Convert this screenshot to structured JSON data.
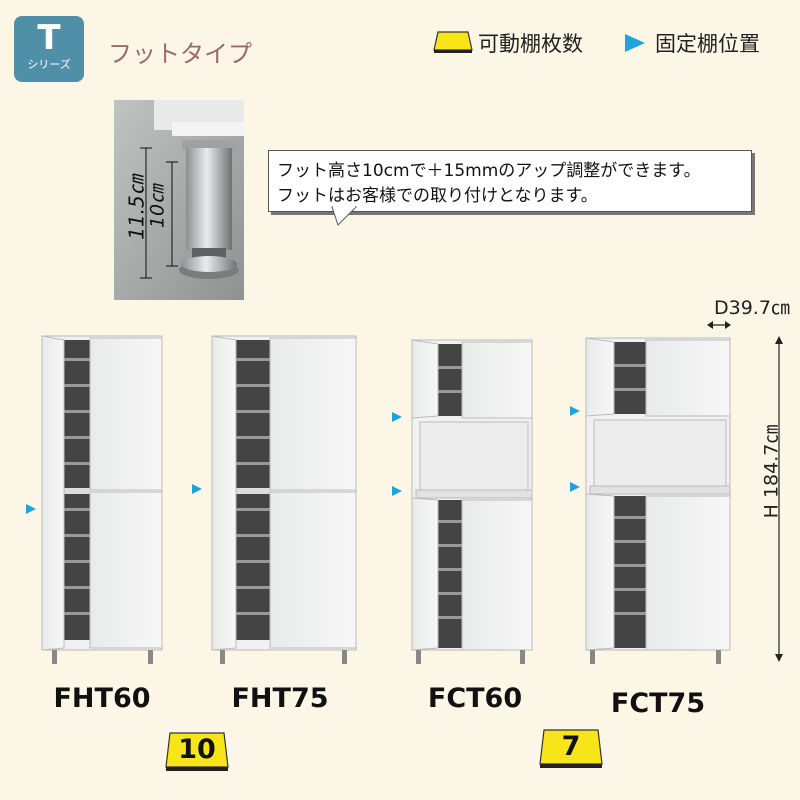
{
  "badge": {
    "letter": "T",
    "series": "シリーズ"
  },
  "type_title": "フットタイプ",
  "legend": {
    "movable_shelves": "可動棚枚数",
    "fixed_shelf": "固定棚位置",
    "movable_color": "#f7e51a",
    "fixed_color": "#1fa3d9"
  },
  "foot": {
    "total_height": "11.5㎝",
    "foot_height": "10㎝"
  },
  "note": {
    "line1": "フット高さ10cmで＋15mmのアップ調整ができます。",
    "line2": "フットはお客様での取り付けとなります。"
  },
  "dimensions": {
    "depth": "D39.7㎝",
    "height": "H 184.7㎝"
  },
  "models": [
    "FHT60",
    "FHT75",
    "FCT60",
    "FCT75"
  ],
  "shelf_counts": [
    "10",
    "7"
  ]
}
